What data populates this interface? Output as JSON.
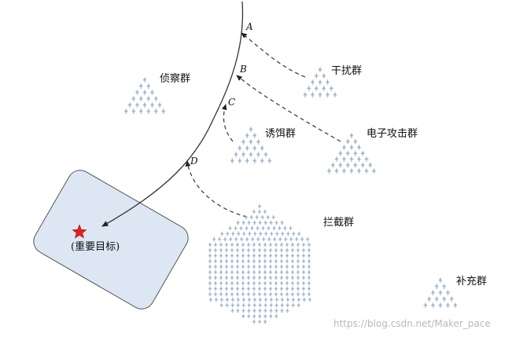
{
  "labels": {
    "zhencha": "侦察群",
    "ganrao": "干扰群",
    "youer": "诱饵群",
    "dianzi": "电子攻击群",
    "lanjie": "拦截群",
    "buchong": "补充群",
    "target": "(重要目标)"
  },
  "points": {
    "a": "A",
    "b": "B",
    "c": "C",
    "d": "D"
  },
  "watermark": "https://blog.csdn.net/Maker_pace",
  "colors": {
    "drone": "#9fb3c8",
    "target_star": "#e02020",
    "target_zone_fill": "#dde7f3",
    "line": "#333333"
  },
  "groups": {
    "zhencha_icons": 21,
    "ganrao_icons": 15,
    "youer_icons": 21,
    "dianzi_icons": 28,
    "buchong_icons": 15
  }
}
